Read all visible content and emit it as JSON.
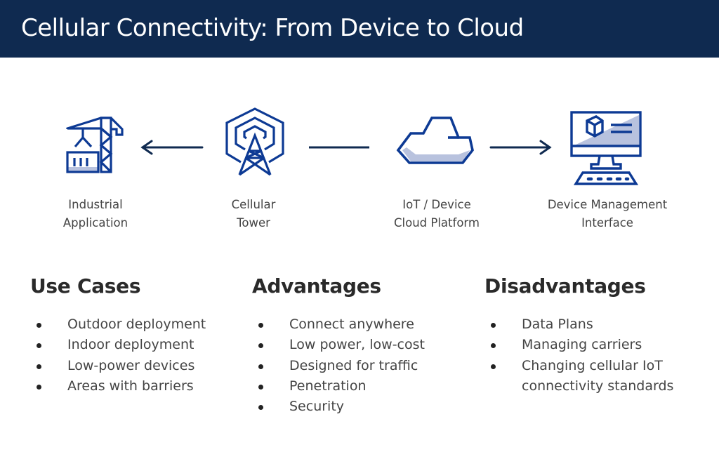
{
  "header": {
    "title": "Cellular Connectivity: From Device to Cloud"
  },
  "colors": {
    "header_bg": "#0f2a50",
    "icon_stroke": "#0d3a94",
    "icon_fill": "#b8c2de",
    "arrow": "#0f2a50",
    "heading_text": "#2a2a2a",
    "body_text": "#444444"
  },
  "diagram": {
    "nodes": [
      {
        "id": "industrial",
        "icon": "crane-container-icon",
        "label_line1": "Industrial",
        "label_line2": "Application"
      },
      {
        "id": "tower",
        "icon": "cellular-tower-icon",
        "label_line1": "Cellular",
        "label_line2": "Tower"
      },
      {
        "id": "cloud",
        "icon": "cloud-icon",
        "label_line1": "IoT / Device",
        "label_line2": "Cloud Platform"
      },
      {
        "id": "interface",
        "icon": "computer-monitor-icon",
        "label_line1": "Device Management",
        "label_line2": "Interface"
      }
    ],
    "connectors": [
      {
        "from": "tower",
        "to": "industrial",
        "type": "arrow-left"
      },
      {
        "from": "tower",
        "to": "cloud",
        "type": "line"
      },
      {
        "from": "cloud",
        "to": "interface",
        "type": "arrow-right"
      }
    ]
  },
  "sections": [
    {
      "title": "Use Cases",
      "items": [
        "Outdoor deployment",
        "Indoor deployment",
        "Low-power devices",
        "Areas with barriers"
      ]
    },
    {
      "title": "Advantages",
      "items": [
        "Connect anywhere",
        "Low power, low-cost",
        "Designed for traffic",
        "Penetration",
        "Security"
      ]
    },
    {
      "title": "Disadvantages",
      "items": [
        "Data Plans",
        "Managing carriers",
        "Changing cellular IoT connectivity standards"
      ]
    }
  ]
}
